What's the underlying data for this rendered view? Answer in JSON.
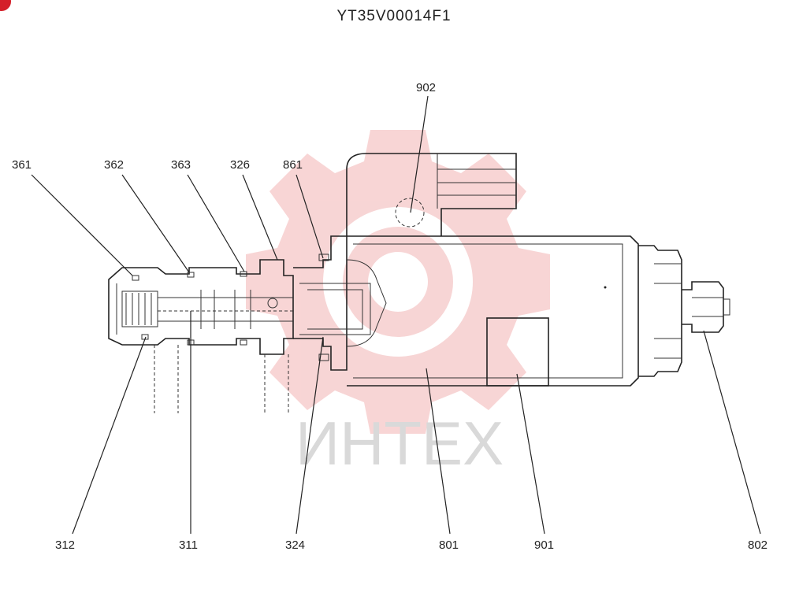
{
  "title": "YT35V00014F1",
  "watermark": {
    "text": "ИНТЕХ",
    "color": "#f2b3b3"
  },
  "callouts": {
    "c361": "361",
    "c362": "362",
    "c363": "363",
    "c326": "326",
    "c861": "861",
    "c902": "902",
    "c312": "312",
    "c311": "311",
    "c324": "324",
    "c801": "801",
    "c901": "901",
    "c802": "802"
  }
}
